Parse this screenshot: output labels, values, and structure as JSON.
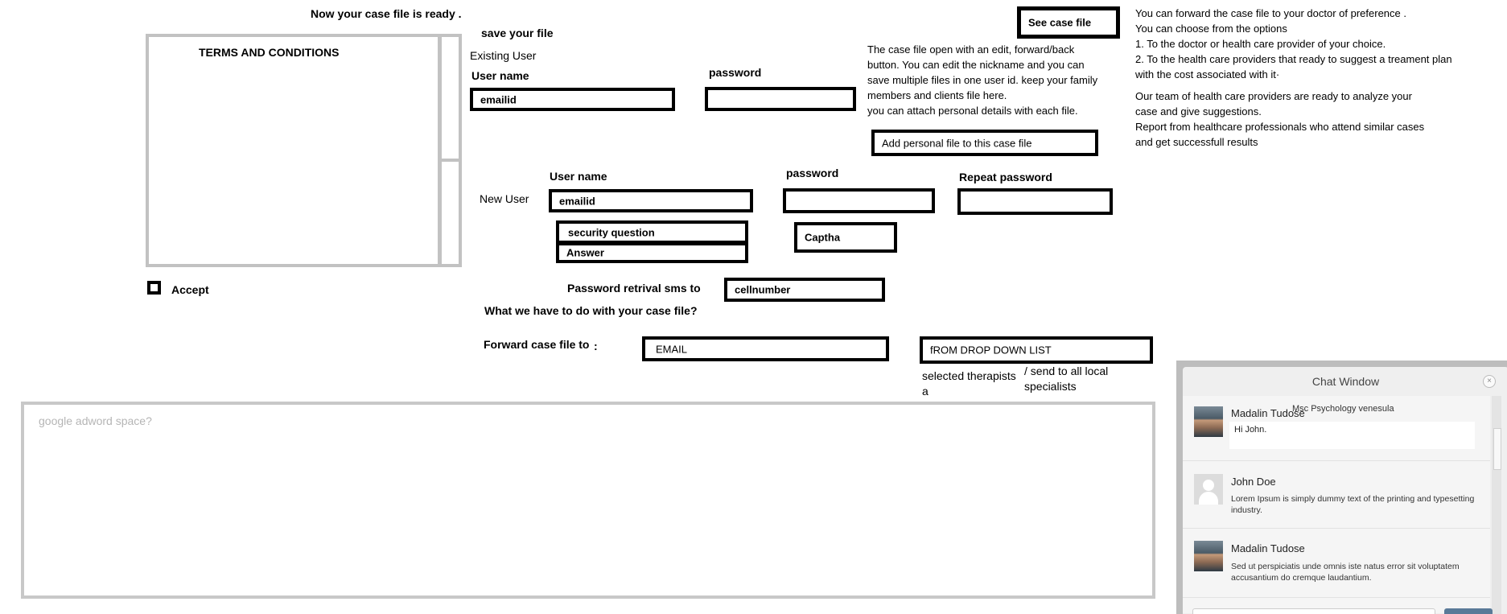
{
  "header": {
    "ready_text": "Now your case file is ready ."
  },
  "terms": {
    "title": "TERMS AND CONDITIONS",
    "accept_label": "Accept"
  },
  "save": {
    "title": "save your file",
    "existing_label": "Existing User",
    "username_label": "User name",
    "username_value": "emailid",
    "password_label": "password"
  },
  "new_user": {
    "label": "New User",
    "username_label": "User name",
    "username_value": "emailid",
    "password_label": "password",
    "repeat_label": "Repeat password",
    "security_question": "security question",
    "answer": "Answer",
    "captcha": "Captha"
  },
  "retrieval": {
    "label": "Password retrival sms to",
    "value": "cellnumber"
  },
  "what_to_do": "What we have to do with your case file?",
  "forward": {
    "label": "Forward case file to",
    "colon": ":",
    "email_value": "EMAIL",
    "dropdown_value": "fROM DROP DOWN LIST",
    "selected_line1": "selected therapists",
    "selected_line2": "a",
    "send_all_line1": "/ send to all local",
    "send_all_line2": "specialists"
  },
  "case_file": {
    "see_button": "See case file",
    "desc": [
      "The case file open with an edit, forward/back",
      "button. You can edit the nickname and you can",
      "save multiple files in one user id. keep your family",
      "members and clients file here.",
      " you can attach  personal details with each file."
    ],
    "add_button": "Add personal file to this case file"
  },
  "info": [
    "You can forward the case file to your doctor of preference .",
    "You can choose from the options",
    "1. To the doctor  or health care provider  of your choice.",
    "2. To  the health care providers that ready to suggest a treament plan",
    "with the cost associated with it·",
    "",
    "   Our team of health care providers are ready to analyze your",
    "case and give suggestions.",
    "   Report from healthcare professionals who attend similar cases",
    "and get successfull results"
  ],
  "adword": {
    "placeholder": "google adword space?"
  },
  "chat": {
    "title": "Chat Window",
    "messages": [
      {
        "name": "Madalin Tudose",
        "subtitle": "Msc Psychology venesula",
        "text": "Hi John."
      },
      {
        "name": "John Doe",
        "text": "Lorem Ipsum is simply dummy text of the printing and typesetting industry."
      },
      {
        "name": "Madalin Tudose",
        "text": "Sed ut perspiciatis unde omnis iste natus error sit voluptatem accusantium do cremque laudantium."
      }
    ]
  }
}
